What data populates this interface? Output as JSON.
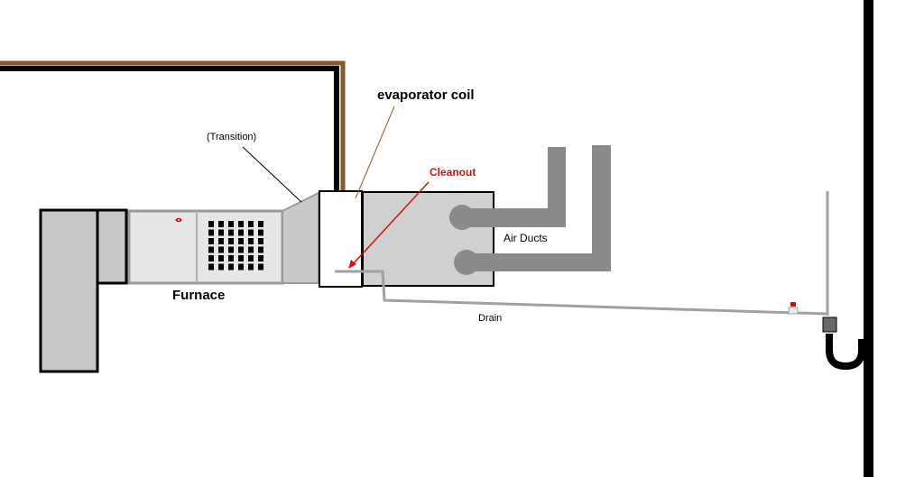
{
  "labels": {
    "evaporator_coil": "evaporator coil",
    "transition": "(Transition)",
    "cleanout": "Cleanout",
    "air_ducts": "Air Ducts",
    "furnace": "Furnace",
    "drain": "Drain"
  },
  "colors": {
    "component_fill": "#c8c8c8",
    "outline": "#000000",
    "duct_gray": "#8a8a8a",
    "drain_line": "#a0a0a0",
    "refrigerant_brown": "#8b5a2b",
    "cleanout_red": "#cc1111",
    "trap_black": "#000000",
    "background": "#ffffff"
  }
}
